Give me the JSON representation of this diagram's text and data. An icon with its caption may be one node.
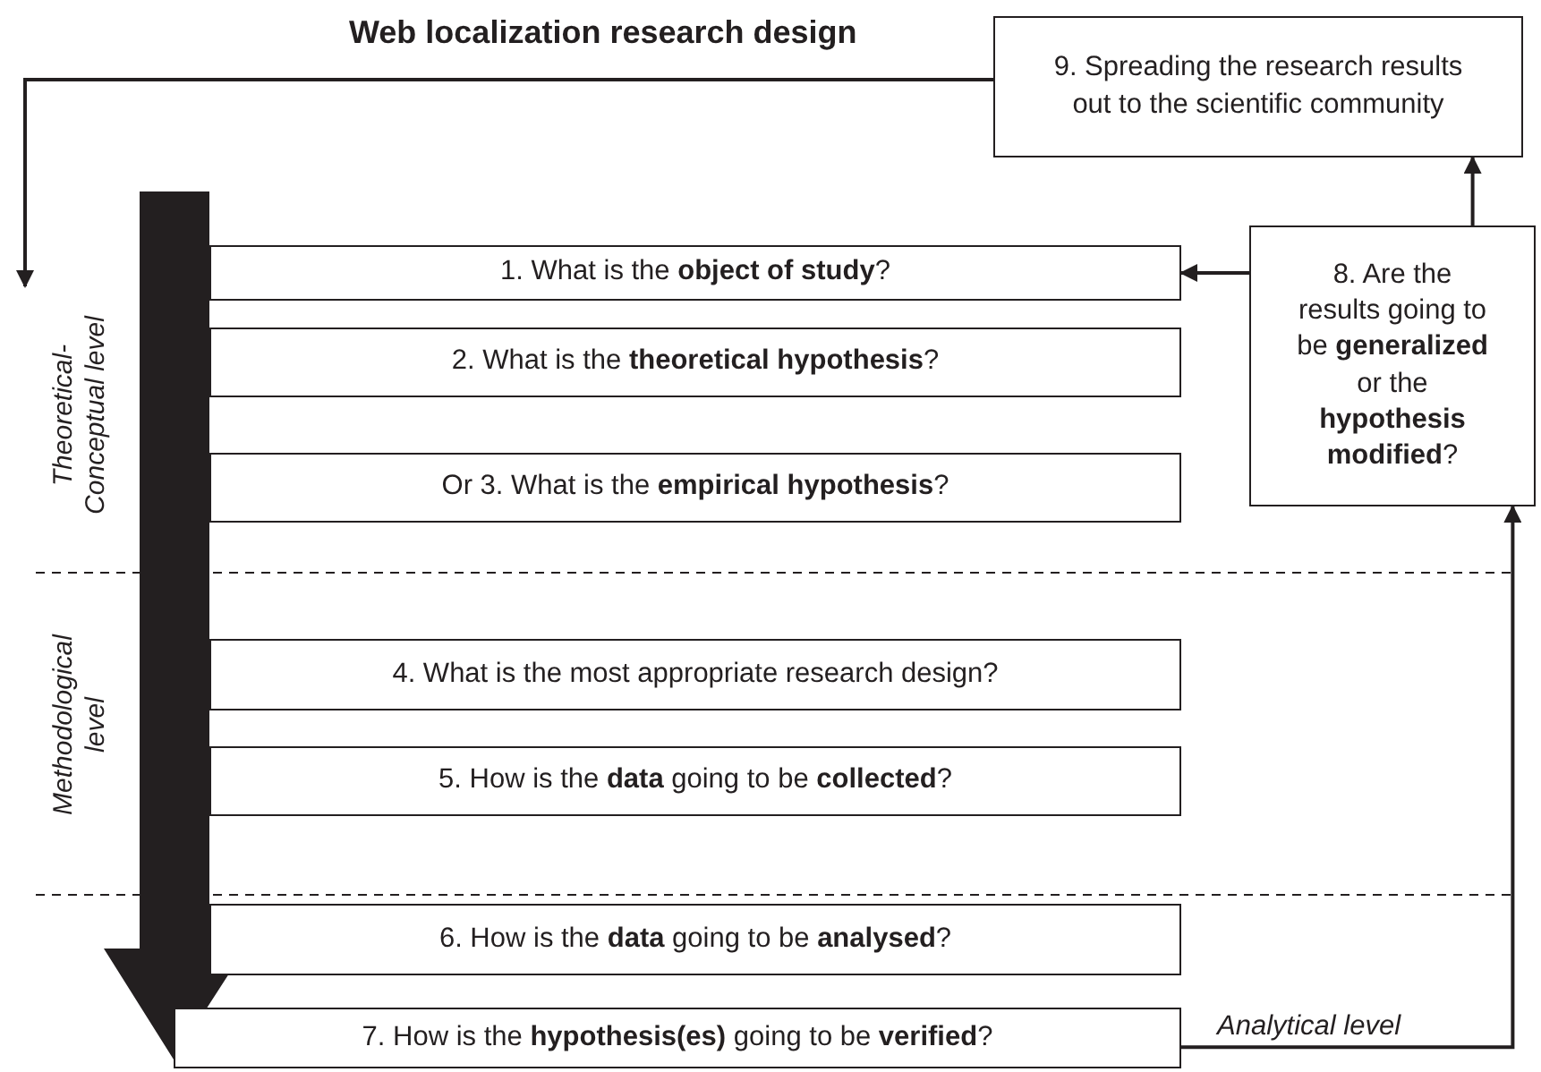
{
  "diagram": {
    "title": "Web localization research design",
    "nodes": [
      {
        "text": [
          "1. What is the **object of study**?"
        ]
      },
      {
        "text": [
          "2. What is the **theoretical hypothesis**?"
        ]
      },
      {
        "text": [
          "Or 3. What is the **empirical hypothesis**?"
        ]
      },
      {
        "text": [
          "4. What is the most appropriate research design?"
        ]
      },
      {
        "text": [
          "5. How is the **data** going to be **collected**?"
        ]
      },
      {
        "text": [
          "6. How is the **data** going to be **analysed**?"
        ]
      },
      {
        "text": [
          "7. How is the **hypothesis(es)** going to be **verified**?"
        ]
      },
      {
        "text": [
          "8. Are the results going to be **generalized** or the **hypothesis modified**?"
        ]
      },
      {
        "text": [
          "9. Spreading the research results out to the scientific community"
        ]
      }
    ],
    "edges": [
      {
        "from": 6,
        "to": 7,
        "arrow": "to"
      },
      {
        "from": 7,
        "to": 0,
        "arrow": "to"
      },
      {
        "from": 7,
        "to": 8,
        "arrow": "to"
      },
      {
        "from": 8,
        "to": null,
        "arrow": "to"
      }
    ],
    "labels": [
      "Theoretical-Conceptual level",
      "Methodological level",
      "Analytical level"
    ]
  }
}
